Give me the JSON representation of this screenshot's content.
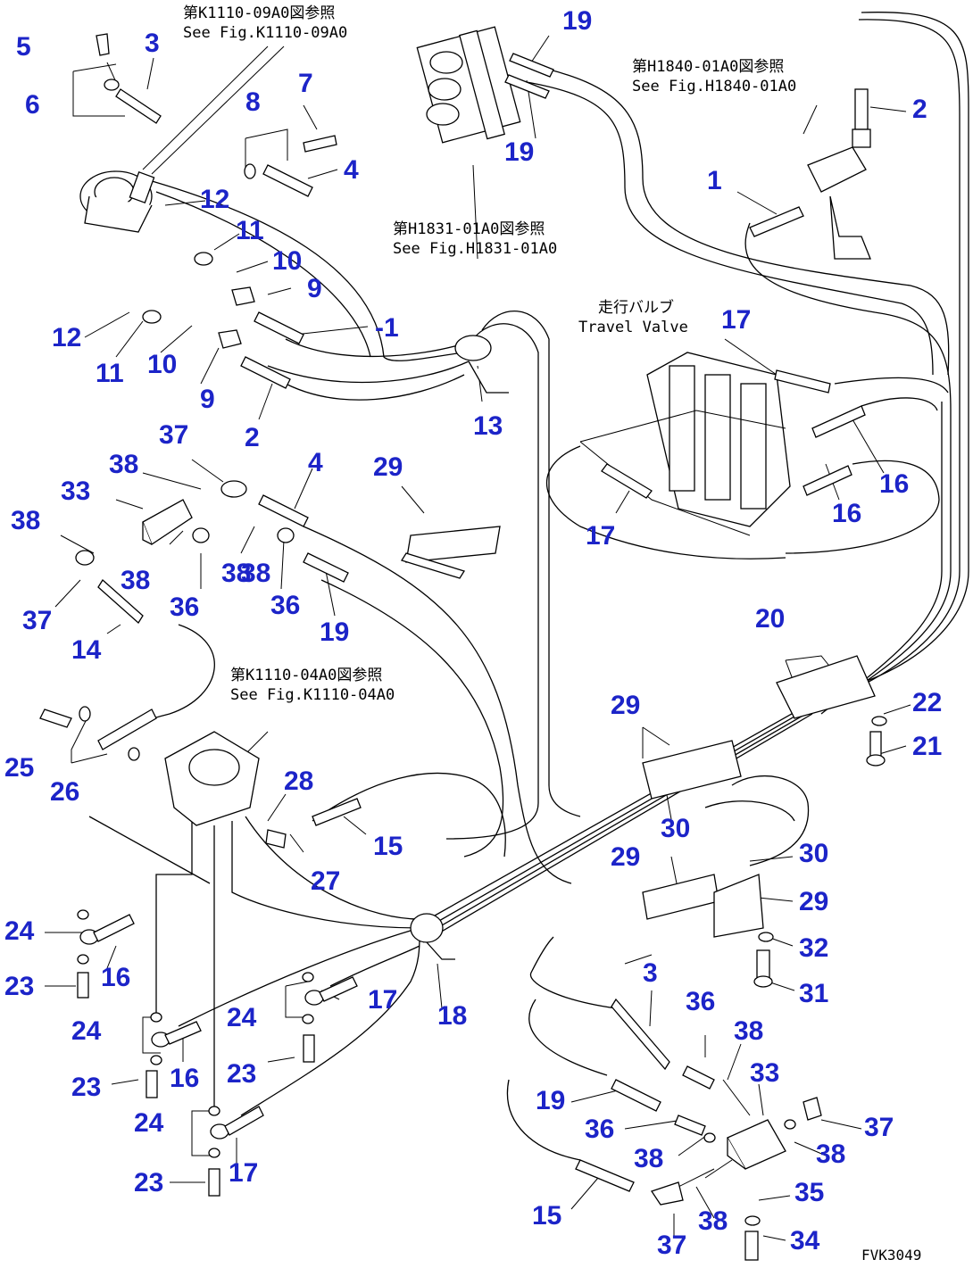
{
  "figure_code": "FVK3049",
  "notes": [
    {
      "id": "ref-k1110-09a0",
      "jp": "第K1110-09A0図参照",
      "en": "See Fig.K1110-09A0"
    },
    {
      "id": "ref-h1840-01a0",
      "jp": "第H1840-01A0図参照",
      "en": "See Fig.H1840-01A0"
    },
    {
      "id": "ref-h1831-01a0",
      "jp": "第H1831-01A0図参照",
      "en": "See Fig.H1831-01A0"
    },
    {
      "id": "travel-valve",
      "jp": "走行バルブ",
      "en": "Travel Valve"
    },
    {
      "id": "ref-k1110-04a0",
      "jp": "第K1110-04A0図参照",
      "en": "See Fig.K1110-04A0"
    }
  ],
  "callouts": [
    "5",
    "3",
    "6",
    "7",
    "8",
    "4",
    "12",
    "11",
    "10",
    "9",
    "12",
    "11",
    "10",
    "9",
    "-1",
    "2",
    "13",
    "19",
    "19",
    "2",
    "1",
    "17",
    "16",
    "16",
    "17",
    "37",
    "38",
    "33",
    "38",
    "4",
    "29",
    "38",
    "38",
    "36",
    "38",
    "36",
    "19",
    "37",
    "14",
    "20",
    "22",
    "21",
    "29",
    "25",
    "26",
    "28",
    "15",
    "27",
    "30",
    "29",
    "30",
    "29",
    "32",
    "31",
    "24",
    "16",
    "23",
    "24",
    "17",
    "18",
    "24",
    "16",
    "23",
    "23",
    "3",
    "36",
    "38",
    "33",
    "19",
    "36",
    "24",
    "17",
    "37",
    "38",
    "38",
    "23",
    "15",
    "35",
    "37",
    "38",
    "34"
  ],
  "colors": {
    "callout": "#1c24c8",
    "line": "#000000",
    "paper": "#ffffff"
  }
}
